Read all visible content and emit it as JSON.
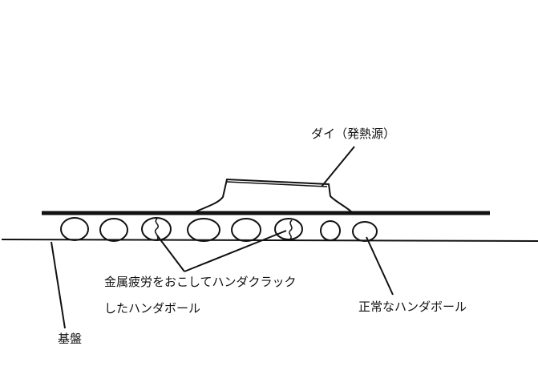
{
  "labels": {
    "die": "ダイ（発熱源）",
    "cracked_line1": "金属疲労をおこしてハンダクラック",
    "cracked_line2": "したハンダボール",
    "normal": "正常なハンダボール",
    "substrate": "基盤"
  },
  "colors": {
    "ink": "#111111",
    "background": "#ffffff"
  },
  "parts": {
    "solder_balls_total": 8,
    "cracked_balls": 2
  }
}
